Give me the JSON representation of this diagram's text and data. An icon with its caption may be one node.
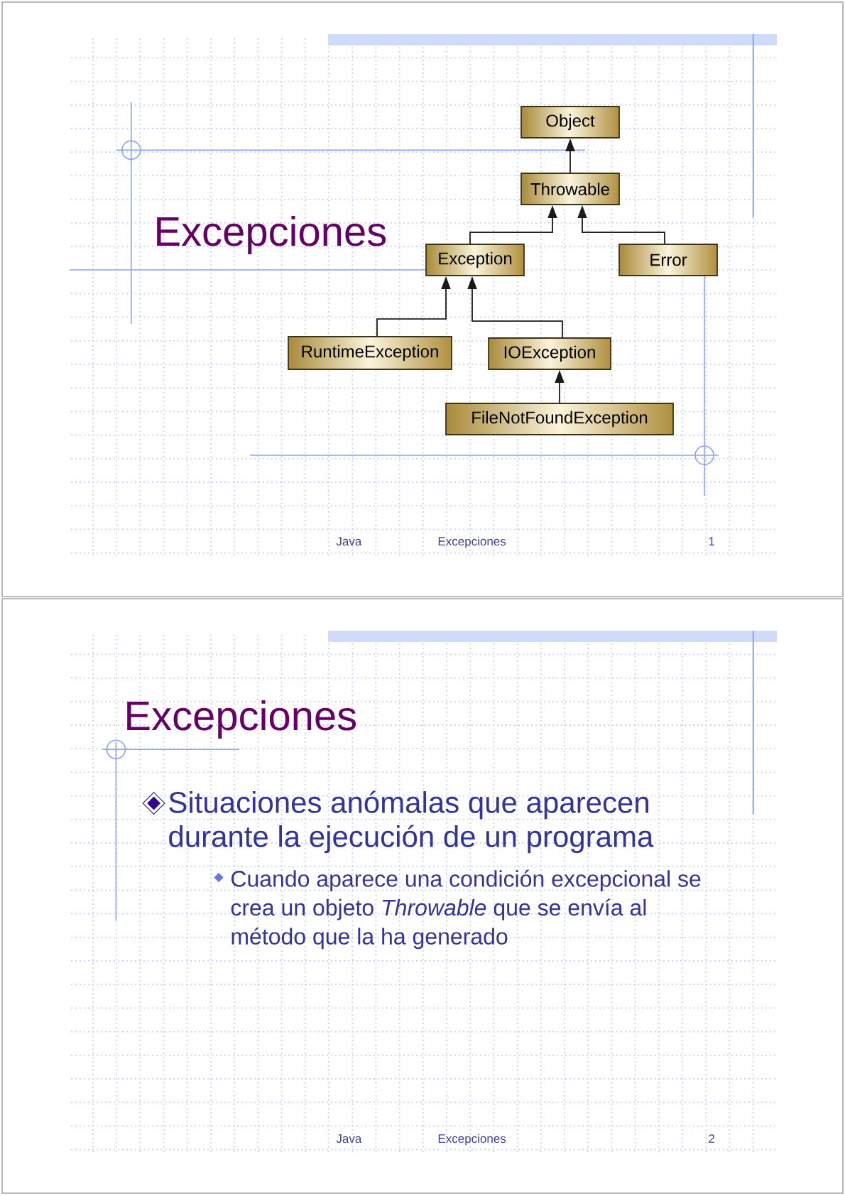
{
  "diagram": {
    "title": "Excepciones",
    "nodes": [
      {
        "text": [
          "Object"
        ]
      },
      {
        "text": [
          "Throwable"
        ]
      },
      {
        "text": [
          "Exception"
        ]
      },
      {
        "text": [
          "Error"
        ]
      },
      {
        "text": [
          "RuntimeException"
        ]
      },
      {
        "text": [
          "IOException"
        ]
      },
      {
        "text": [
          "FileNotFoundException"
        ]
      }
    ],
    "edges": [
      {
        "from": 1,
        "to": 0,
        "arrow": "to"
      },
      {
        "from": 2,
        "to": 1,
        "arrow": "to"
      },
      {
        "from": 3,
        "to": 1,
        "arrow": "to"
      },
      {
        "from": 4,
        "to": 2,
        "arrow": "to"
      },
      {
        "from": 5,
        "to": 2,
        "arrow": "to"
      },
      {
        "from": 6,
        "to": 5,
        "arrow": "to"
      }
    ],
    "labels": [
      "Java",
      "Excepciones",
      "1",
      "Excepciones",
      "Situaciones anómalas que aparecen durante la ejecución de un programa",
      "Cuando aparece una condición excepcional se crea un objeto *Throwable* que se envía al método que la ha generado",
      "Java",
      "Excepciones",
      "2"
    ]
  }
}
